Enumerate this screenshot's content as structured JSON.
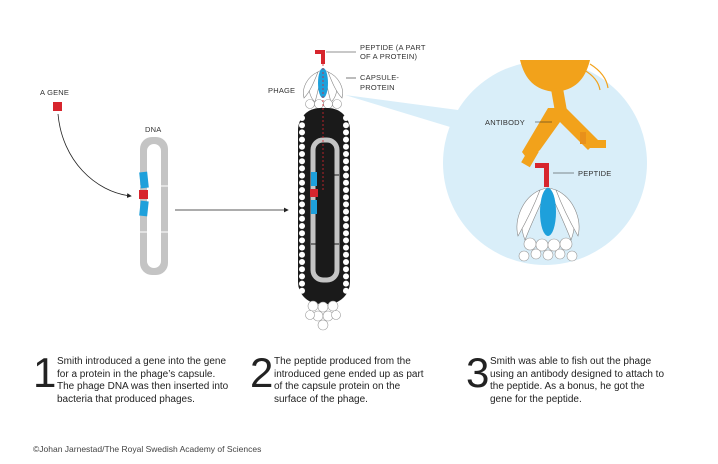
{
  "labels": {
    "gene": "A GENE",
    "dna": "DNA",
    "phage": "PHAGE",
    "peptide_part_line1": "PEPTIDE (A PART",
    "peptide_part_line2": "OF A PROTEIN)",
    "capsule_line1": "CAPSULE-",
    "capsule_line2": "PROTEIN",
    "antibody": "ANTIBODY",
    "peptide": "PEPTIDE"
  },
  "steps": [
    {
      "number": "1",
      "text": "Smith introduced a gene into the gene for a protein in the phage’s capsule. The phage DNA was then inserted into bacteria that produced phages."
    },
    {
      "number": "2",
      "text": "The peptide produced from the introduced gene ended up as part of the capsule protein on the surface of the phage."
    },
    {
      "number": "3",
      "text": "Smith was able to fish out the phage using an antibody designed to attach to the peptide. As a bonus, he got the gene for the peptide."
    }
  ],
  "credit": "©Johan Jarnestad/The Royal Swedish Academy of Sciences",
  "colors": {
    "gene_red": "#d7252d",
    "capsule_blue": "#1ea0db",
    "antibody_orange": "#f2a21b",
    "zoom_bg": "#d9eef9",
    "phage_body": "#1a1a1a",
    "dna_grey": "#c4c4c4"
  },
  "icons": [
    "gene-square",
    "dna-strand",
    "phage",
    "antibody"
  ]
}
